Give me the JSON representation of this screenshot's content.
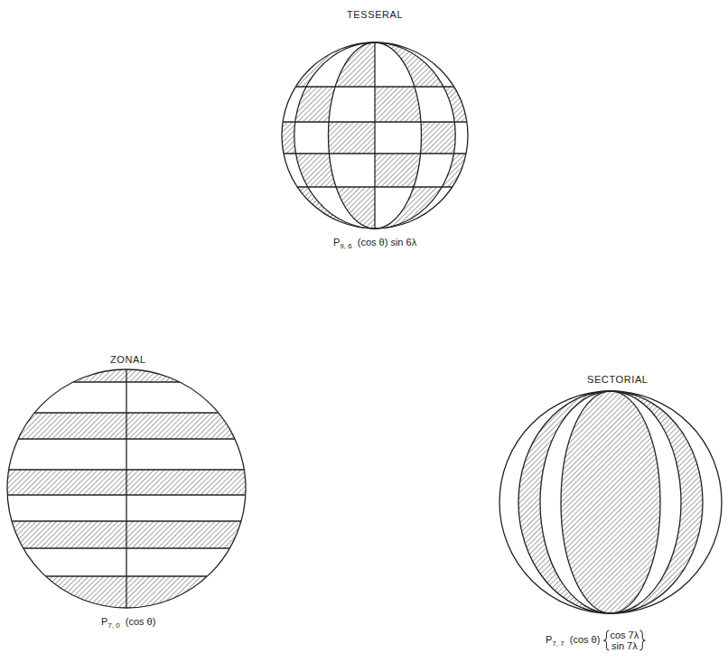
{
  "diagram": {
    "labels": [
      "TESSERAL",
      "P",
      "9, 6",
      "(cos θ) sin 6λ",
      "ZONAL",
      "P",
      "7, 0",
      "(cos θ)",
      "SECTORIAL",
      "P",
      "7, 7",
      "(cos θ)",
      "cos 7λ",
      "sin 7λ"
    ]
  }
}
